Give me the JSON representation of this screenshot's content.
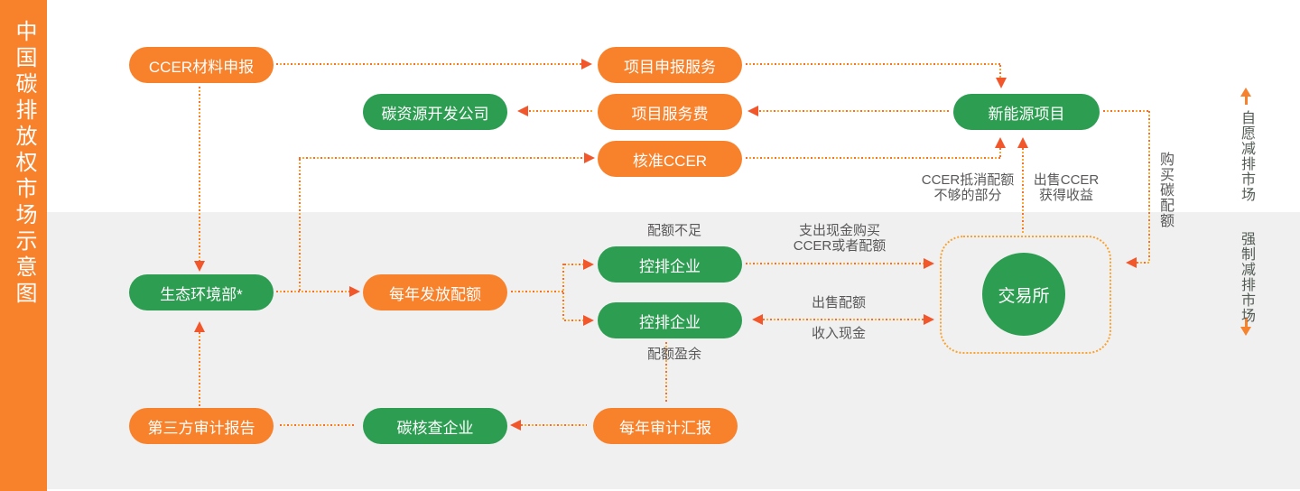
{
  "title": "中国碳排放权市场示意图",
  "colors": {
    "orange_node": "#F8822C",
    "green_node": "#2D9D52",
    "arrowhead": "#F2572B",
    "dot_orange": "#F4702D",
    "dot_yellow": "#FBAB28",
    "band_gray": "#F0F0F0",
    "label_text": "#595757",
    "market_text": "#535B55"
  },
  "nodes": {
    "ccer_material": "CCER材料申报",
    "project_apply": "项目申报服务",
    "carbon_dev_co": "碳资源开发公司",
    "project_fee": "项目服务费",
    "approved_ccer": "核准CCER",
    "new_energy": "新能源项目",
    "moee": "生态环境部*",
    "annual_quota": "每年发放配额",
    "kpq_short": "控排企业",
    "kpq_surplus": "控排企业",
    "exchange": "交易所",
    "third_party_report": "第三方审计报告",
    "carbon_verifier": "碳核查企业",
    "annual_audit": "每年审计汇报"
  },
  "labels": {
    "quota_short": "配额不足",
    "quota_surplus": "配额盈余",
    "pay_cash_1": "支出现金购买",
    "pay_cash_2": "CCER或者配额",
    "sell_quota": "出售配额",
    "income_cash": "收入现金",
    "ccer_offset_1": "CCER抵消配额",
    "ccer_offset_2": "不够的部分",
    "sell_ccer_1": "出售CCER",
    "sell_ccer_2": "获得收益",
    "buy_quota": "购买碳配额"
  },
  "markets": {
    "voluntary": "自愿减排市场",
    "mandatory": "强制减排市场"
  }
}
